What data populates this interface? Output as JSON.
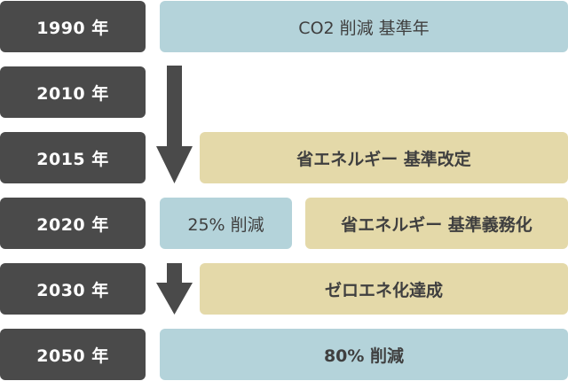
{
  "colors": {
    "year_box": "#4a4a4a",
    "blue_box": "#b4d3da",
    "tan_box": "#e4d9a9",
    "arrow": "#4a4a4a",
    "text_dark": "#3f3f3f"
  },
  "years": [
    "1990 年",
    "2010 年",
    "2015 年",
    "2020 年",
    "2030 年",
    "2050 年"
  ],
  "milestones": {
    "y1990": "CO2 削減  基準年",
    "y2015": "省エネルギー  基準改定",
    "y2020_reduction": "25% 削減",
    "y2020_standard": "省エネルギー 基準義務化",
    "y2030": "ゼロエネ化達成",
    "y2050": "80% 削減"
  },
  "icons": {
    "arrow_long": "down-arrow-icon",
    "arrow_short": "down-arrow-icon"
  }
}
